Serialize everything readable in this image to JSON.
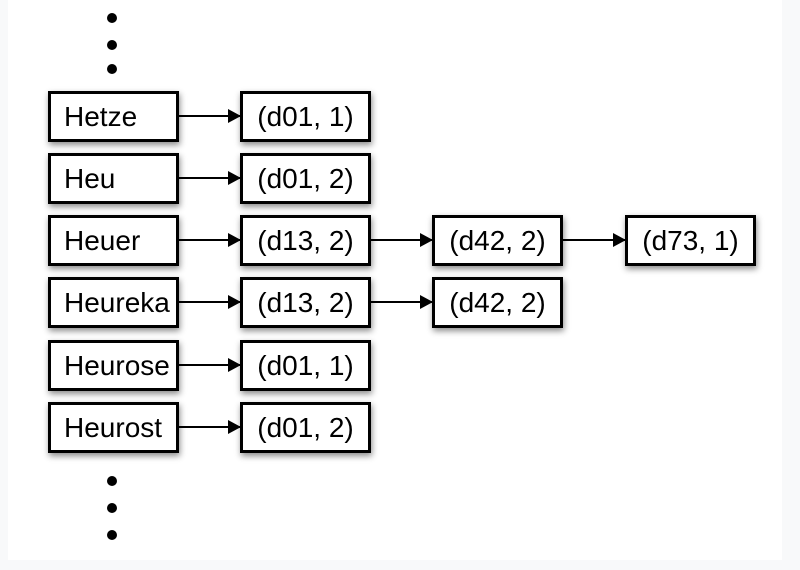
{
  "diagram": {
    "type": "inverted-index-linked-lists",
    "rows": [
      {
        "term": "Hetze",
        "postings": [
          "(d01, 1)"
        ]
      },
      {
        "term": "Heu",
        "postings": [
          "(d01, 2)"
        ]
      },
      {
        "term": "Heuer",
        "postings": [
          "(d13, 2)",
          "(d42, 2)",
          "(d73, 1)"
        ]
      },
      {
        "term": "Heureka",
        "postings": [
          "(d13, 2)",
          "(d42, 2)"
        ]
      },
      {
        "term": "Heurose",
        "postings": [
          "(d01, 1)"
        ]
      },
      {
        "term": "Heurost",
        "postings": [
          "(d01, 2)"
        ]
      }
    ],
    "ellipsis": {
      "top_dots": 3,
      "bottom_dots": 3
    },
    "colors": {
      "box_background": "#ffffff",
      "box_border": "#000000",
      "text": "#000000",
      "arrow": "#000000",
      "slide_background": "#ffffff",
      "page_background": "#f8f9fa"
    }
  }
}
